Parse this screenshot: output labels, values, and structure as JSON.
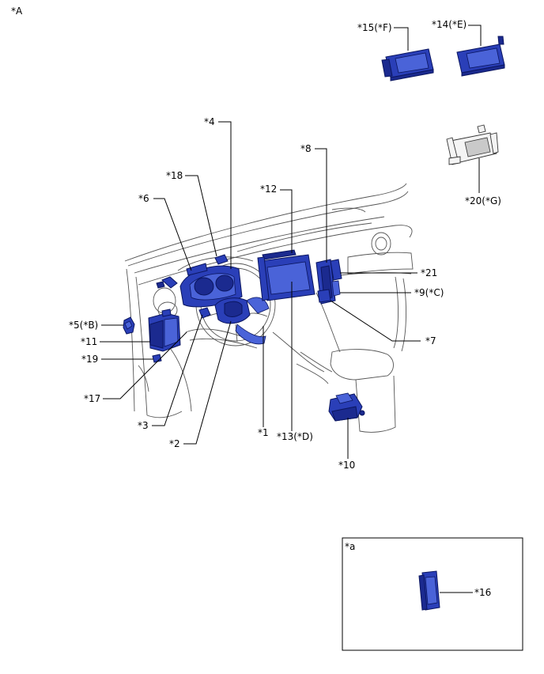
{
  "corner_label": "*A",
  "inset_label": "*a",
  "callouts": {
    "c1": "*1",
    "c2": "*2",
    "c3": "*3",
    "c4": "*4",
    "c5": "*5(*B)",
    "c6": "*6",
    "c7": "*7",
    "c8": "*8",
    "c9": "*9(*C)",
    "c10": "*10",
    "c11": "*11",
    "c12": "*12",
    "c13": "*13(*D)",
    "c14": "*14(*E)",
    "c15": "*15(*F)",
    "c16": "*16",
    "c17": "*17",
    "c18": "*18",
    "c19": "*19",
    "c20": "*20(*G)",
    "c21": "*21"
  },
  "colors": {
    "part_blue": "#2a3fb8",
    "part_dark_blue": "#1b2a8f",
    "outline": "#555555"
  }
}
